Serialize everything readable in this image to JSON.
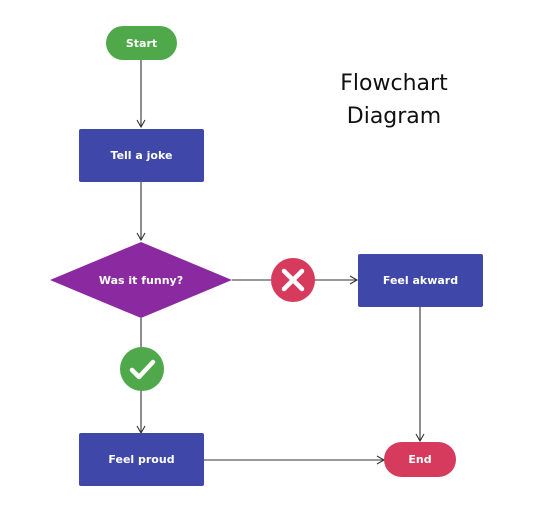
{
  "title": {
    "line1": "Flowchart",
    "line2": "Diagram"
  },
  "nodes": {
    "start": "Start",
    "tell_joke": "Tell a joke",
    "decision": "Was it funny?",
    "feel_awkward": "Feel akward",
    "feel_proud": "Feel proud",
    "end": "End"
  },
  "icons": {
    "no": "x-icon",
    "yes": "check-icon"
  },
  "colors": {
    "terminal_start": "#4fa84a",
    "process": "#3f48a8",
    "decision": "#8b2aa0",
    "terminal_end": "#d63a5c",
    "no_badge": "#d63a5c",
    "yes_badge": "#4fa84a",
    "edge": "#333333"
  }
}
